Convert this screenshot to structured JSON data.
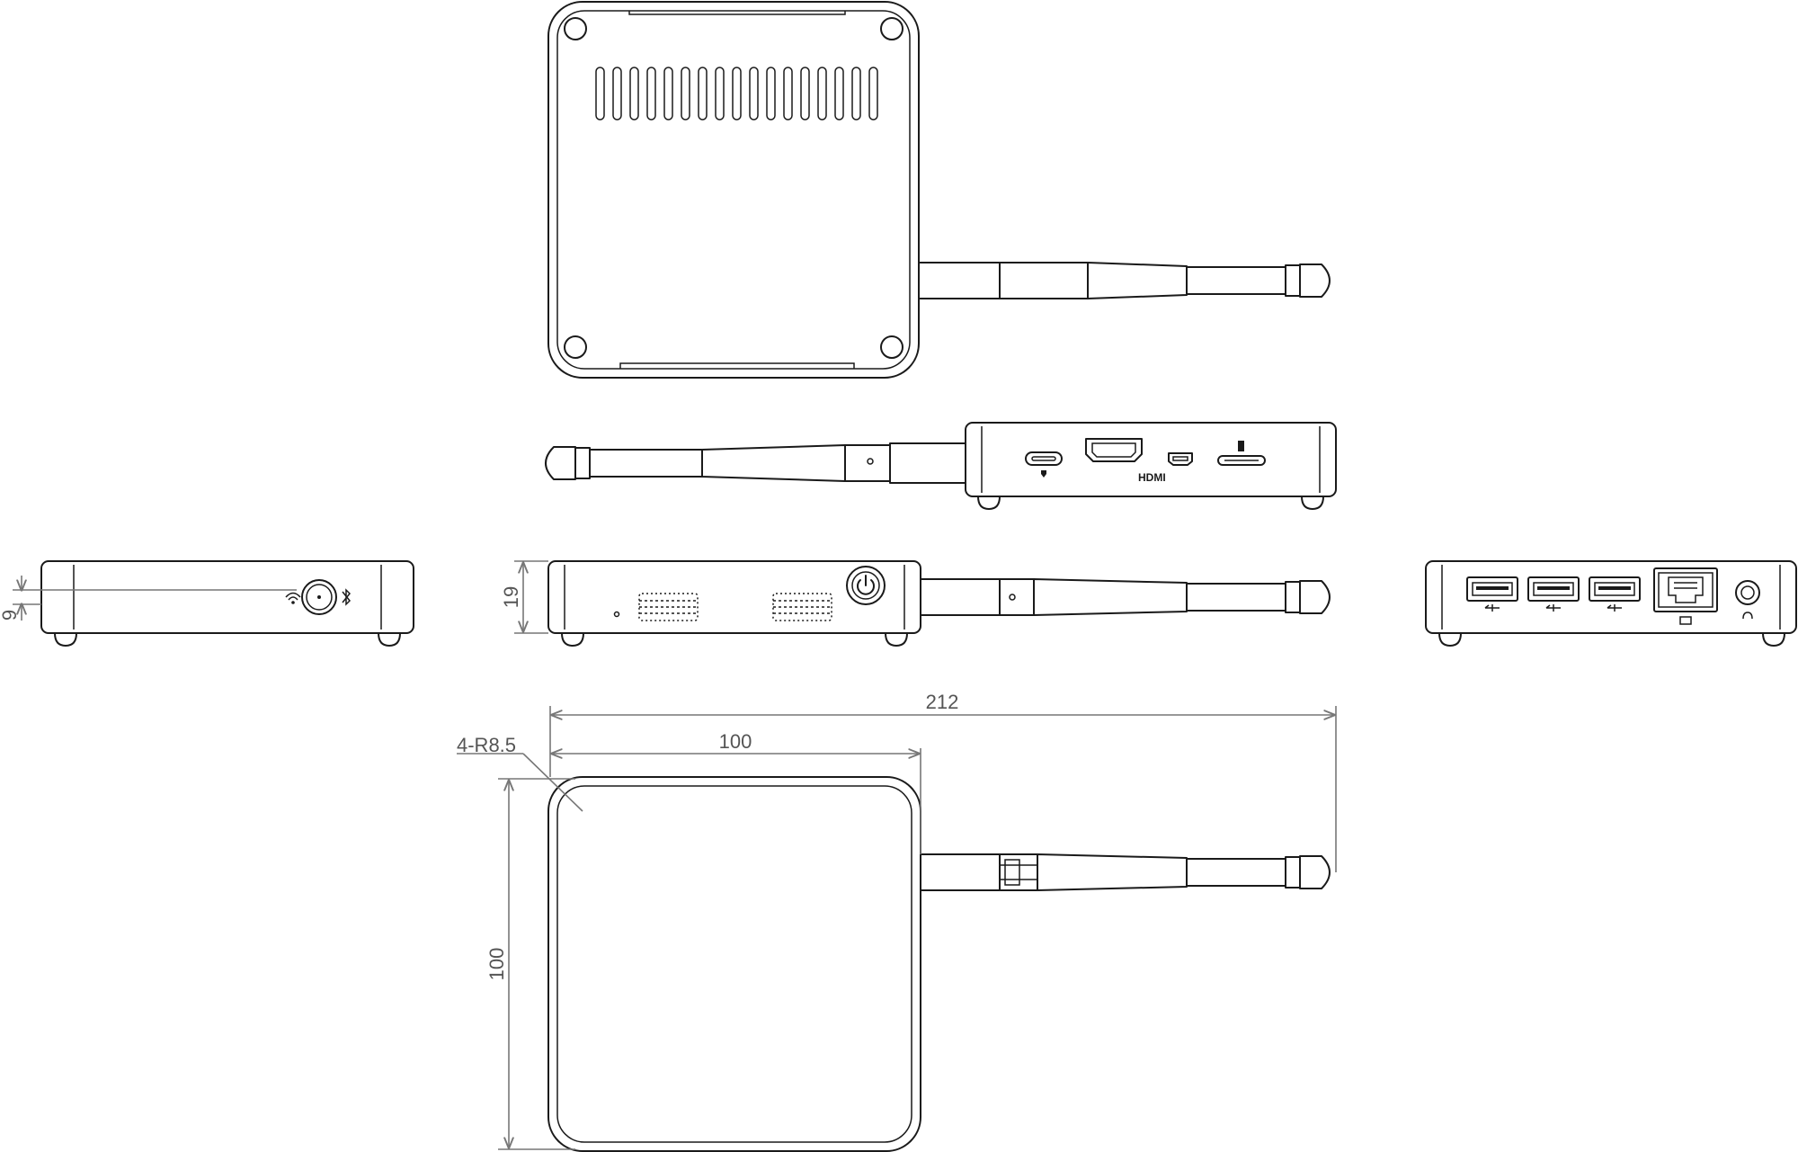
{
  "drawing": {
    "views": [
      "top-view",
      "rear-view",
      "left-side-view",
      "front-view",
      "right-side-view",
      "bottom-view"
    ],
    "ports": {
      "hdmi_label": "HDMI"
    },
    "dimensions": {
      "side_height": "9",
      "front_height": "19",
      "total_width": "212",
      "body_width": "100",
      "body_depth": "100",
      "corner_radius": "4-R8.5"
    }
  }
}
